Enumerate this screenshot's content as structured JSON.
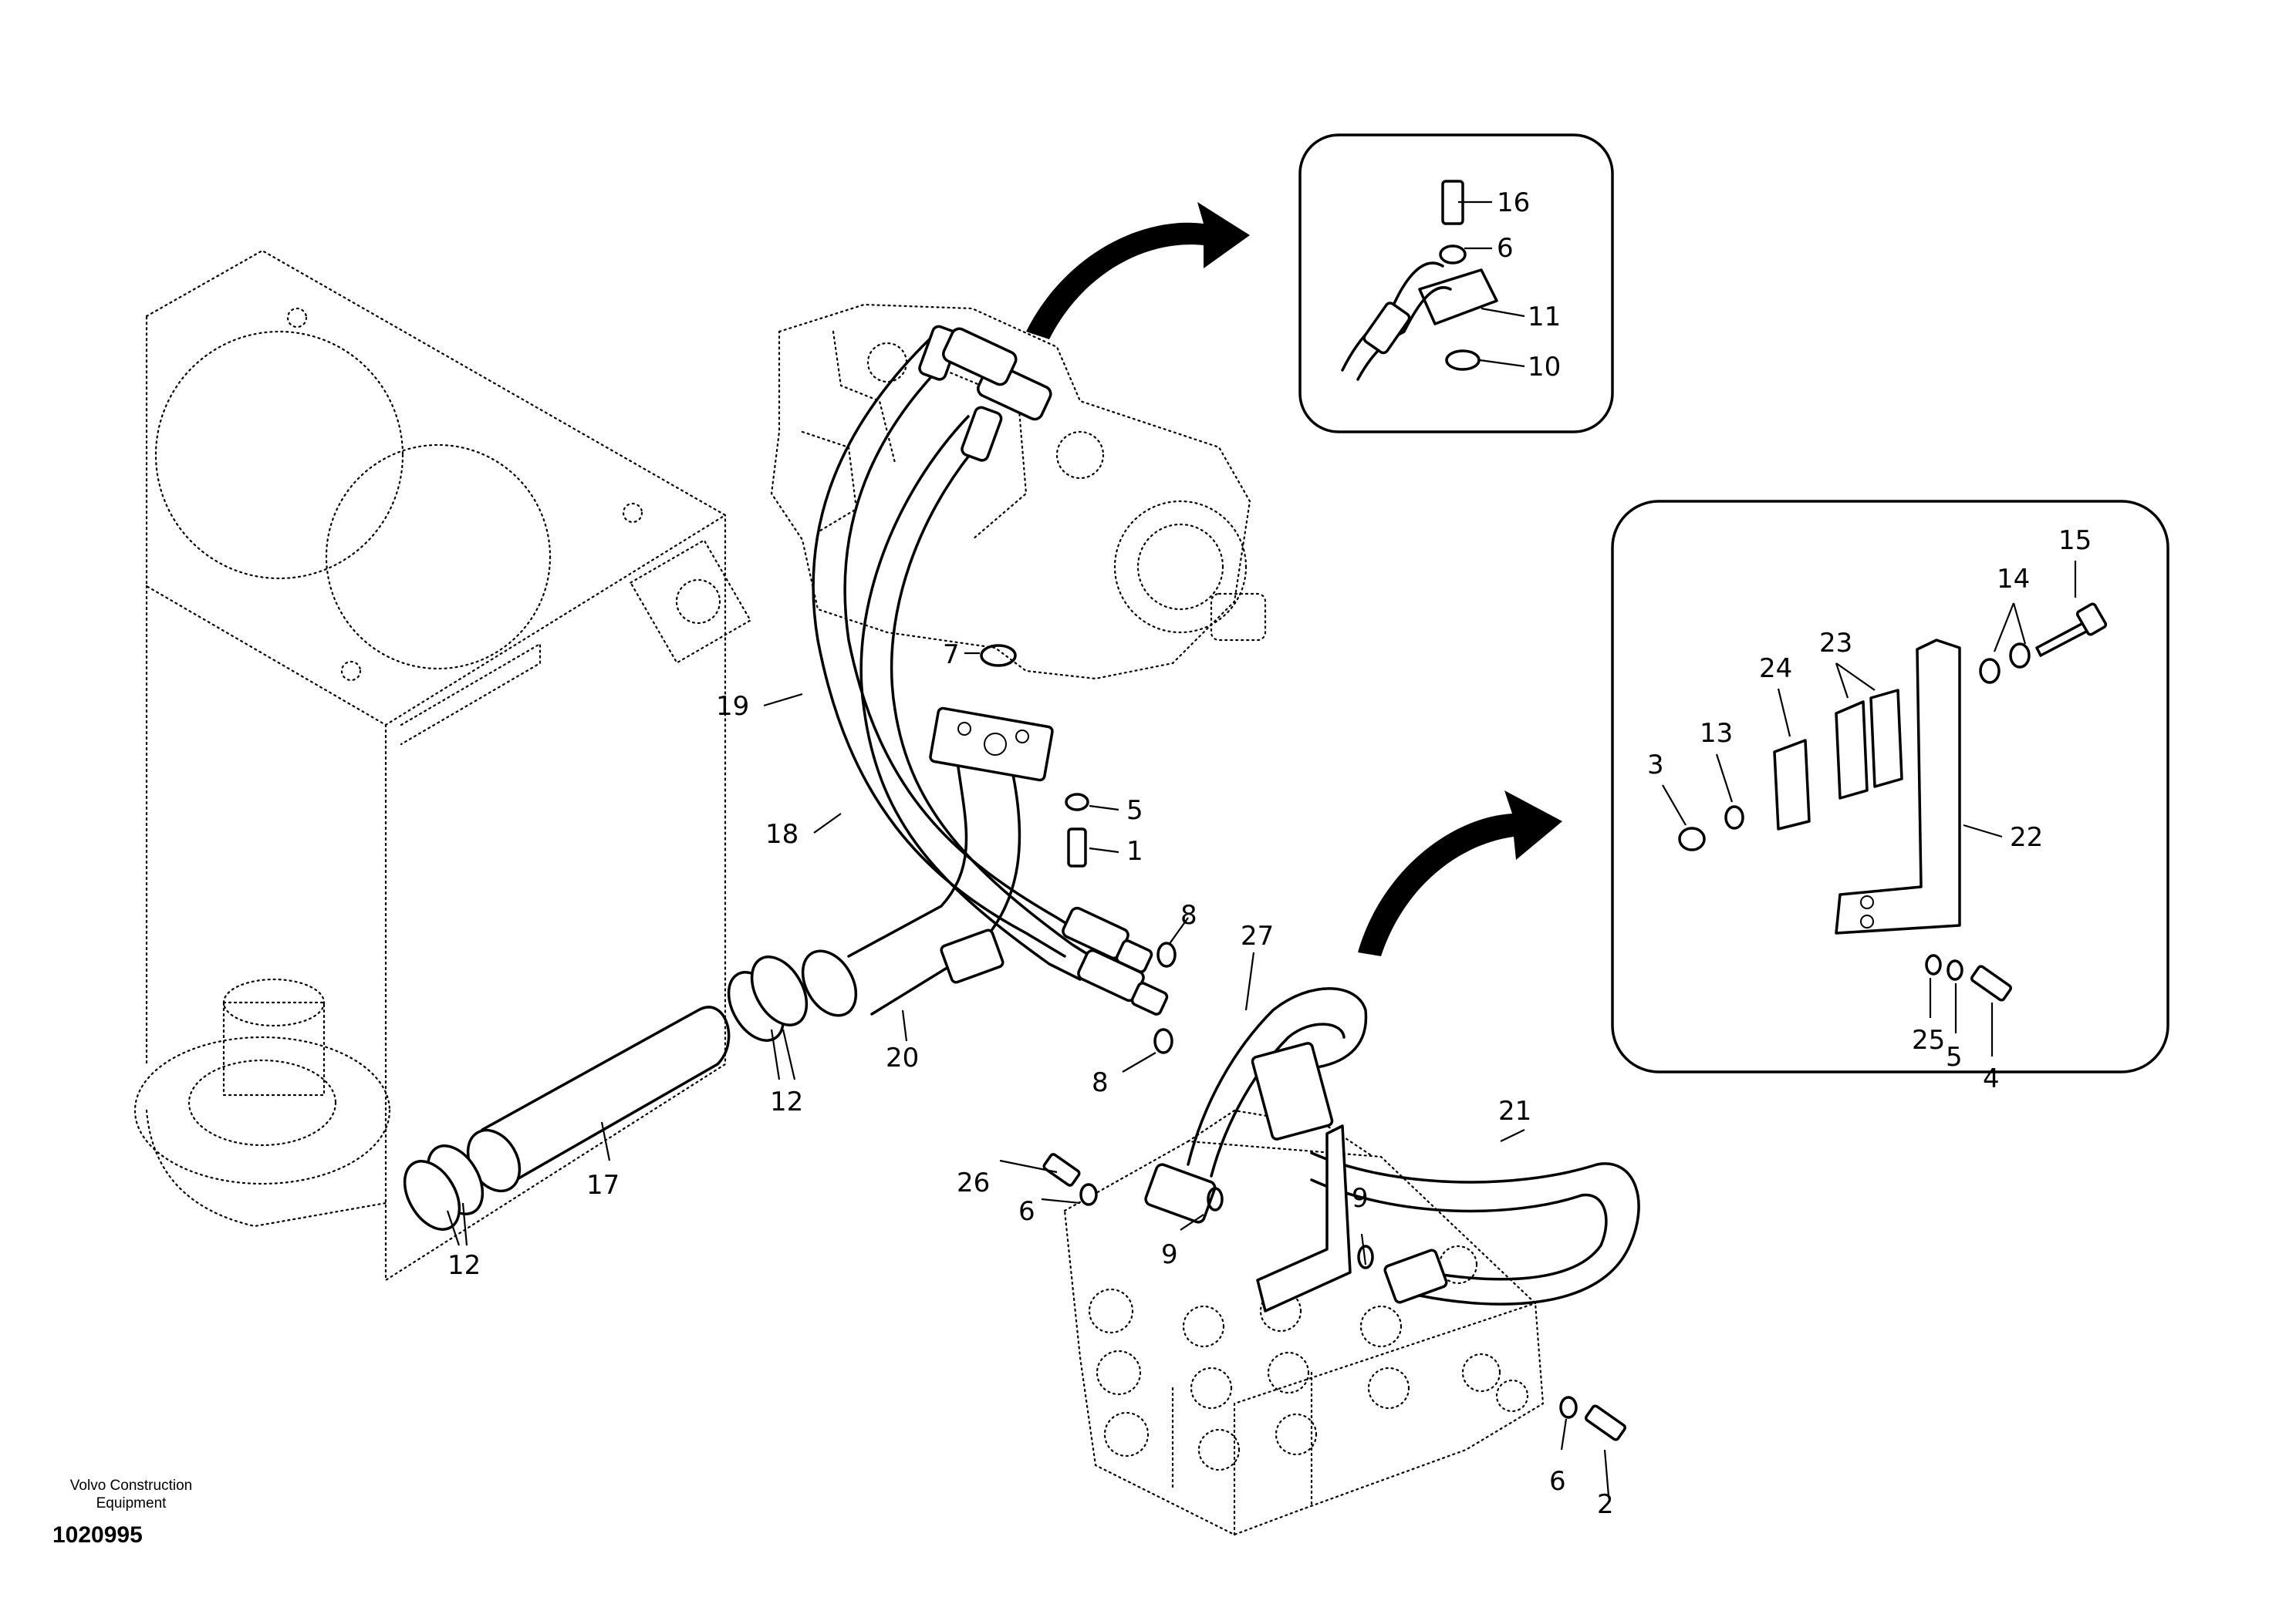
{
  "footer": {
    "brand_line1": "Volvo Construction",
    "brand_line2": "Equipment",
    "document_number": "1020995"
  },
  "callouts": [
    "16",
    "6",
    "11",
    "10",
    "15",
    "14",
    "23",
    "24",
    "13",
    "3",
    "22",
    "25",
    "5",
    "4",
    "7",
    "19",
    "5",
    "1",
    "18",
    "8",
    "27",
    "8",
    "20",
    "12",
    "12",
    "17",
    "21",
    "26",
    "6",
    "9",
    "9",
    "6",
    "2"
  ]
}
